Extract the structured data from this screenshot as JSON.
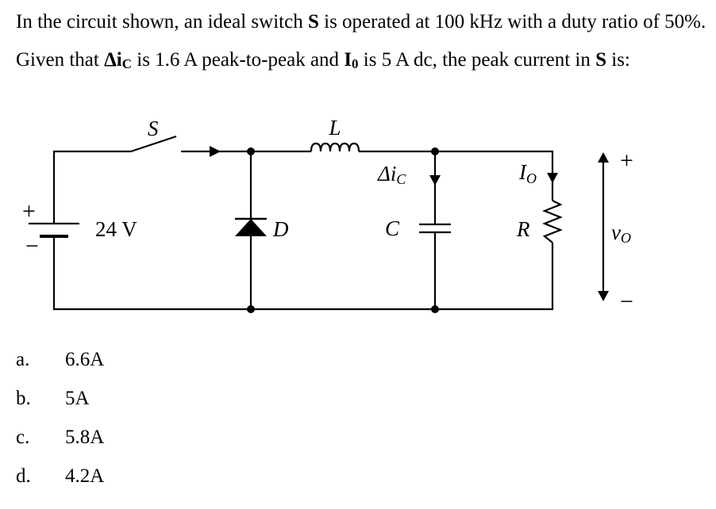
{
  "question": {
    "part1": "In the circuit shown, an ideal switch ",
    "switch_bold": "S",
    "part2": " is operated at 100 kHz with a duty ratio of 50%. Given that ",
    "delta_ic": "Δi",
    "delta_ic_sub": "C",
    "part3": " is 1.6 A peak-to-peak and ",
    "io": "I",
    "io_sub": "0",
    "part4": " is 5 A dc, the peak current in ",
    "switch_bold2": "S",
    "part5": " is:"
  },
  "circuit": {
    "switch_label": "S",
    "inductor_label": "L",
    "source_label": "24 V",
    "source_plus": "+",
    "source_minus": "−",
    "diode_label": "D",
    "delta_ic_label": "Δi",
    "delta_ic_sub": "C",
    "capacitor_label": "C",
    "io_label": "I",
    "io_sub": "O",
    "resistor_label": "R",
    "vo_label": "v",
    "vo_sub": "O",
    "vo_plus": "+",
    "vo_minus": "−"
  },
  "options": [
    {
      "letter": "a.",
      "value": "6.6A"
    },
    {
      "letter": "b.",
      "value": "5A"
    },
    {
      "letter": "c.",
      "value": "5.8A"
    },
    {
      "letter": "d.",
      "value": "4.2A"
    }
  ]
}
